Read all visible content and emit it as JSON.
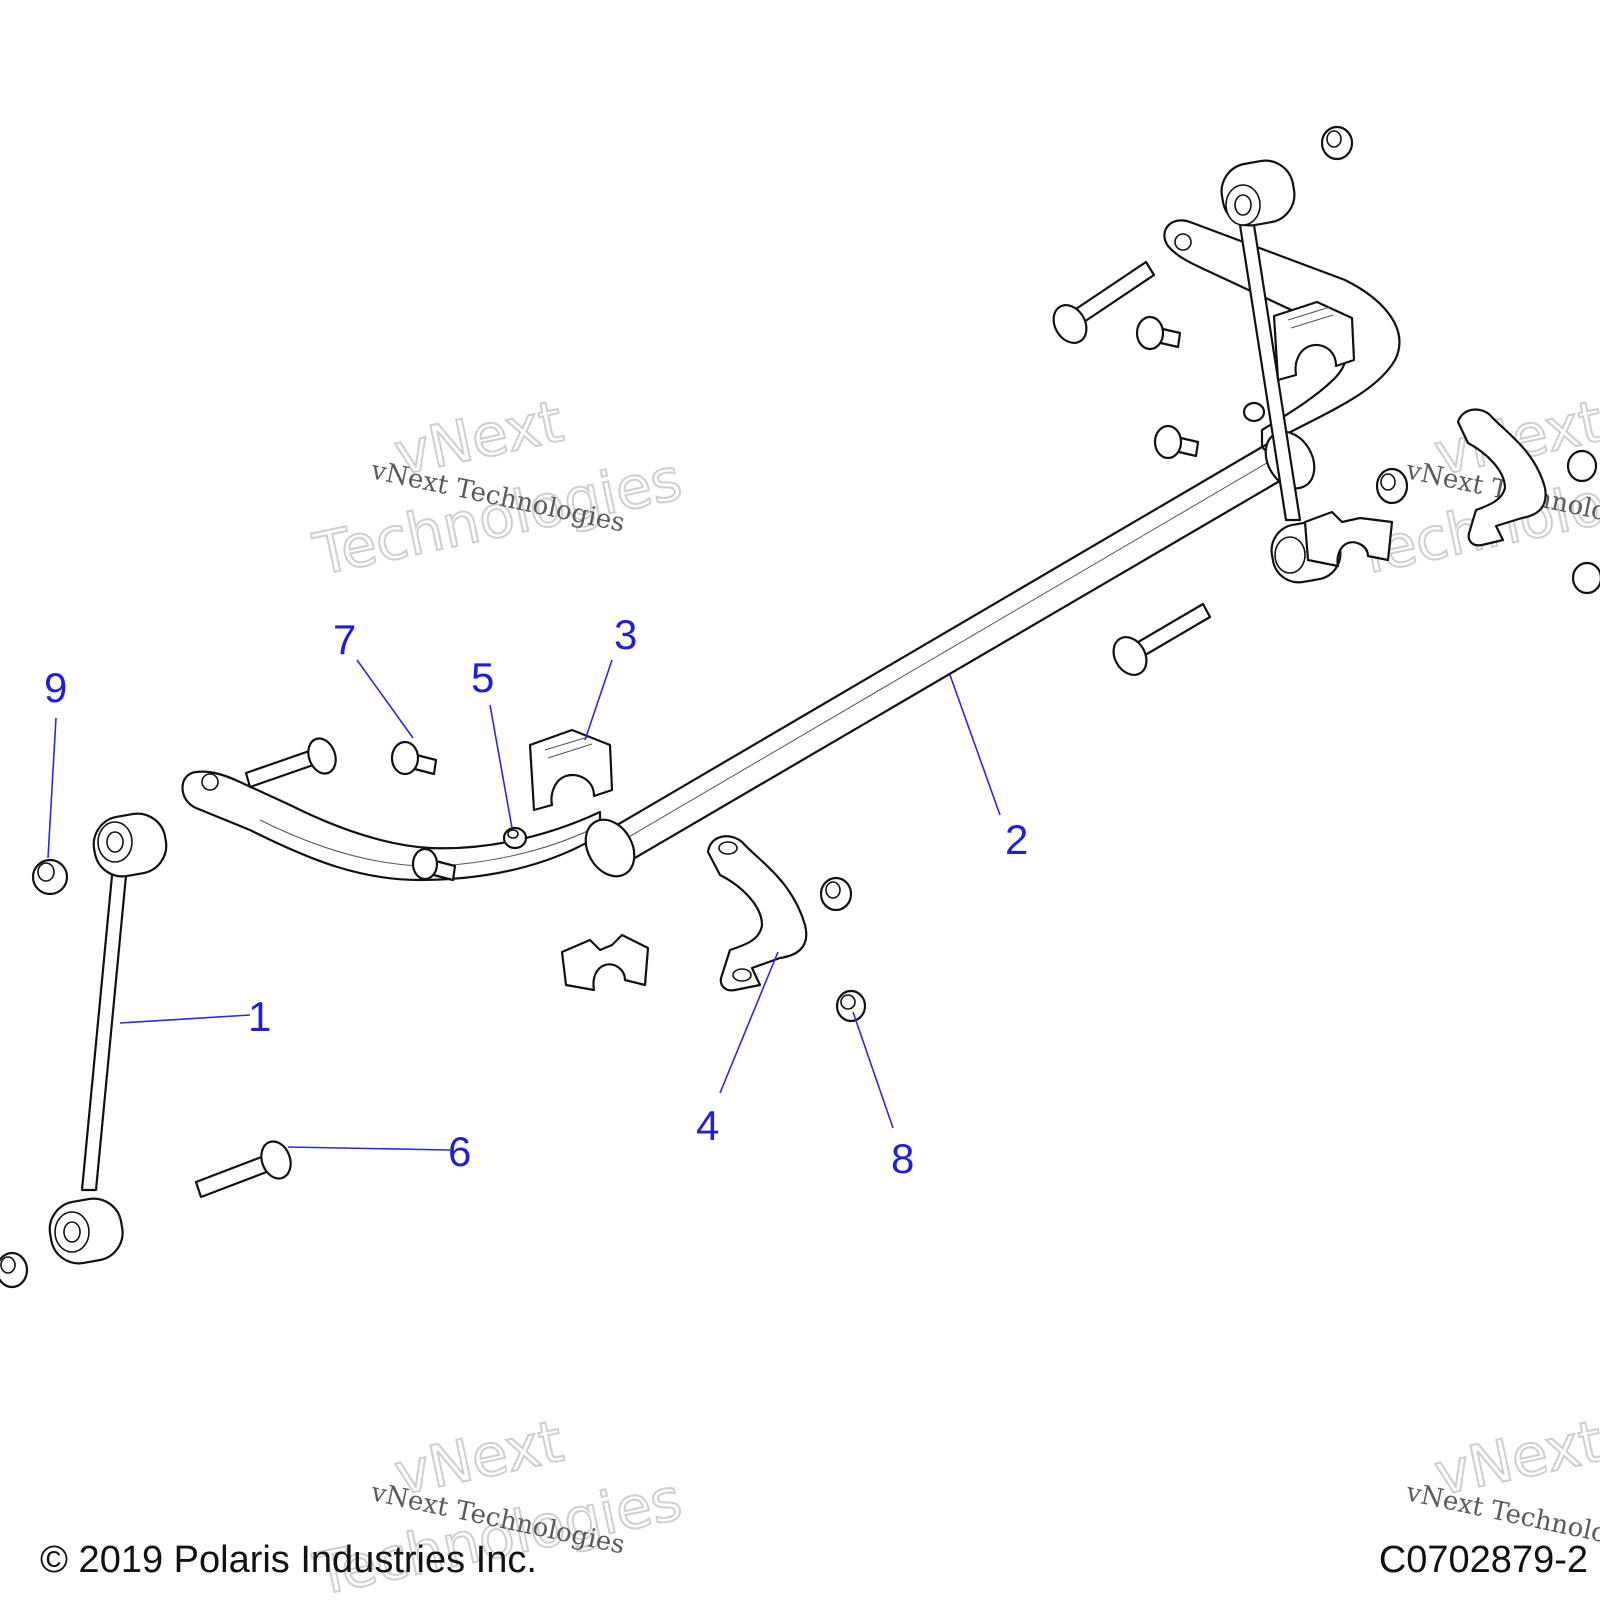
{
  "callouts": [
    {
      "id": "1",
      "label": "1"
    },
    {
      "id": "2",
      "label": "2"
    },
    {
      "id": "3",
      "label": "3"
    },
    {
      "id": "4",
      "label": "4"
    },
    {
      "id": "5",
      "label": "5"
    },
    {
      "id": "6",
      "label": "6"
    },
    {
      "id": "7",
      "label": "7"
    },
    {
      "id": "8",
      "label": "8"
    },
    {
      "id": "9",
      "label": "9"
    }
  ],
  "watermark": {
    "small": "vNext Technologies",
    "big_line1": "vNext",
    "big_line2": "Technologies"
  },
  "footer": {
    "copyright": "© 2019 Polaris Industries Inc.",
    "figure_code": "C0702879-2"
  },
  "colors": {
    "callout": "#1f1fd6",
    "line": "#111111"
  }
}
